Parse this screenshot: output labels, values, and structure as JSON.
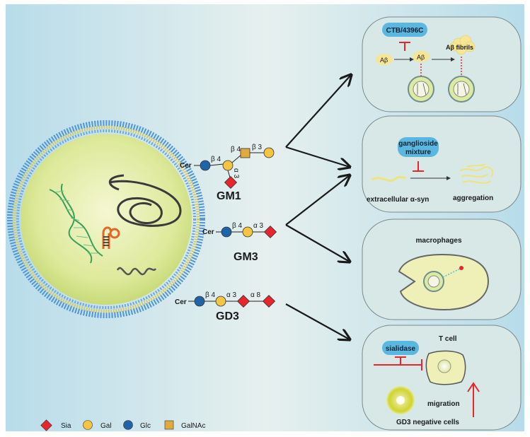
{
  "glycans": {
    "gm1": {
      "name": "GM1",
      "cer": "Cer",
      "link1": "β 4",
      "link2": "β 4",
      "link3": "β 3",
      "link_sia": "α 3"
    },
    "gm3": {
      "name": "GM3",
      "cer": "Cer",
      "link1": "β 4",
      "link2": "α 3"
    },
    "gd3": {
      "name": "GD3",
      "cer": "Cer",
      "link1": "β 4",
      "link2": "α 3",
      "link3": "α 8"
    }
  },
  "panels": {
    "abeta": {
      "inhibitor": "CTB/4396C",
      "abeta_left": "Aβ",
      "abeta_mid": "Aβ",
      "fibrils": "Aβ fibrils"
    },
    "synuclein": {
      "inhibitor_line1": "ganglioside",
      "inhibitor_line2": "mixture",
      "left": "extracellular α-syn",
      "right": "aggregation"
    },
    "macrophage": {
      "title": "macrophages"
    },
    "tcell": {
      "inhibitor": "sialidase",
      "tcell": "T cell",
      "migration": "migration",
      "negative": "GD3 negative cells"
    }
  },
  "legend": {
    "sia": "Sia",
    "gal": "Gal",
    "glc": "Glc",
    "galnac": "GalNAc"
  },
  "colors": {
    "sia": "#e8252a",
    "gal": "#f5c542",
    "glc": "#1f63a8",
    "galnac": "#e0aa3e",
    "inhibit": "#e8252a",
    "pill": "#5ab8e0",
    "cell_fill": "#e6eda0",
    "panel_fill": "#d7e8e6"
  },
  "icons": [
    "dna-icon",
    "rna-hairpin-icon",
    "mitochondrion-icon",
    "cell-nucleus-icon",
    "inhibition-icon"
  ]
}
